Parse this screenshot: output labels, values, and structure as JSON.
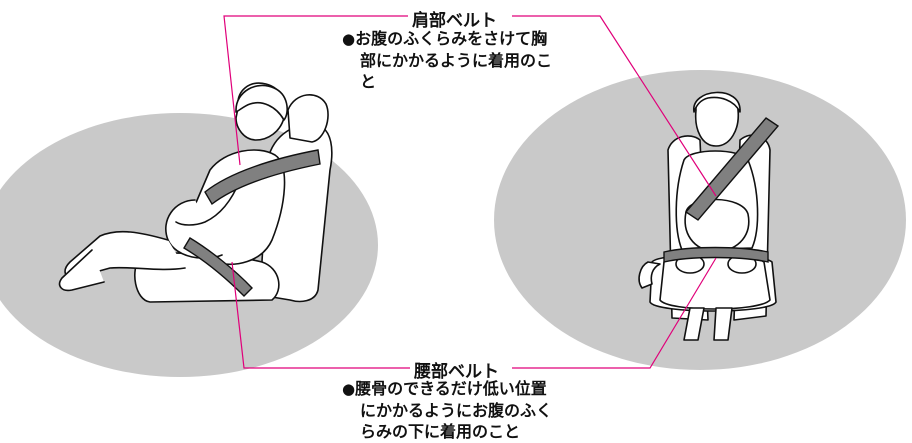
{
  "shoulder_belt": {
    "title": "肩部ベルト",
    "note_bullet": "●",
    "note_lines": [
      "お腹のふくらみをさけて胸",
      "部にかかるように着用のこ",
      "と"
    ]
  },
  "lap_belt": {
    "title": "腰部ベルト",
    "note_bullet": "●",
    "note_lines": [
      "腰骨のできるだけ低い位置",
      "にかかるようにお腹のふく",
      "らみの下に着用のこと"
    ]
  },
  "colors": {
    "leader_line": "#e0007a",
    "background_ellipse": "#c9c9c9",
    "belt": "#808080",
    "outline": "#111111"
  }
}
